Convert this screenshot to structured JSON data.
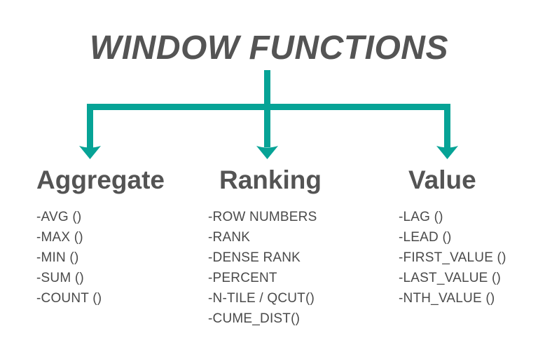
{
  "diagram": {
    "title": "WINDOW FUNCTIONS",
    "background_color": "#FFFFFF",
    "heading_color": "#545454",
    "body_text_color": "#4A4A4A",
    "connector_color": "#06A396",
    "branches": [
      {
        "heading": "Aggregate",
        "items": [
          "-AVG ()",
          "-MAX ()",
          "-MIN ()",
          "-SUM ()",
          "-COUNT ()"
        ]
      },
      {
        "heading": "Ranking",
        "items": [
          "-ROW NUMBERS",
          "-RANK",
          "-DENSE RANK",
          "-PERCENT",
          "-N-TILE / QCUT()",
          "-CUME_DIST()"
        ]
      },
      {
        "heading": "Value",
        "items": [
          "-LAG ()",
          "-LEAD ()",
          "-FIRST_VALUE ()",
          "-LAST_VALUE ()",
          "-NTH_VALUE ()"
        ]
      }
    ]
  }
}
